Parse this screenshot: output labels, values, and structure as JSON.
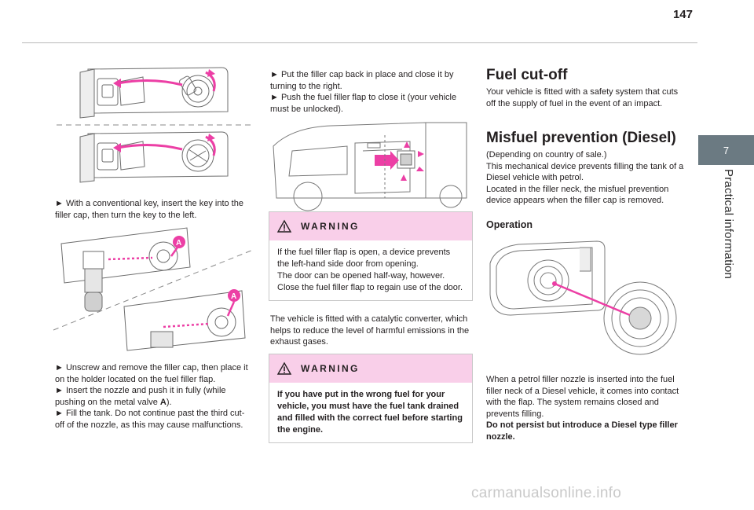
{
  "page": {
    "number": "147",
    "chapter_number": "7",
    "chapter_title": "Practical information",
    "watermark": "carmanualsonline.info"
  },
  "col1": {
    "step1": "► With a conventional key, insert the key into the filler cap, then turn the key to the left.",
    "step2_line1": "► Unscrew and remove the filler cap, then place it on the holder located on the fuel filler flap.",
    "step2_line2_prefix": "► Insert the nozzle and push it in fully (while pushing on the metal valve ",
    "step2_line2_bold": "A",
    "step2_line2_suffix": ").",
    "step2_line3": "► Fill the tank. Do not continue past the third cut-off of the nozzle, as this may cause malfunctions.",
    "callout_a": "A"
  },
  "col2": {
    "intro_line1": "► Put the filler cap back in place and close it by turning to the right.",
    "intro_line2": "► Push the fuel filler flap to close it (your vehicle must be unlocked).",
    "warning1_title": "WARNING",
    "warning1_text": "If the fuel filler flap is open, a device prevents the left-hand side door from opening.\nThe door can be opened half-way, however. Close the fuel filler flap to regain use of the door.",
    "catalytic_text": "The vehicle is fitted with a catalytic converter, which helps to reduce the level of harmful emissions in the exhaust gases.",
    "warning2_title": "WARNING",
    "warning2_text": "If you have put in the wrong fuel for your vehicle, you must have the fuel tank drained and filled with the correct fuel before starting the engine."
  },
  "col3": {
    "fuel_cutoff_title": "Fuel cut-off",
    "fuel_cutoff_text": "Your vehicle is fitted with a safety system that cuts off the supply of fuel in the event of an impact.",
    "misfuel_title": "Misfuel prevention (Diesel)",
    "misfuel_text": "(Depending on country of sale.)\nThis mechanical device prevents filling the tank of a Diesel vehicle with petrol.\nLocated in the filler neck, the misfuel prevention device appears when the filler cap is removed.",
    "operation_title": "Operation",
    "operation_text": "When a petrol filler nozzle is inserted into the fuel filler neck of a Diesel vehicle, it comes into contact with the flap. The system remains closed and prevents filling.",
    "operation_bold": "Do not persist but introduce a Diesel type filler nozzle."
  },
  "colors": {
    "accent_pink": "#ec3fa5",
    "warning_bg": "#f9cfe9",
    "tab_gray": "#6b7a82"
  },
  "icons": {
    "warning": "warning-triangle-icon"
  }
}
